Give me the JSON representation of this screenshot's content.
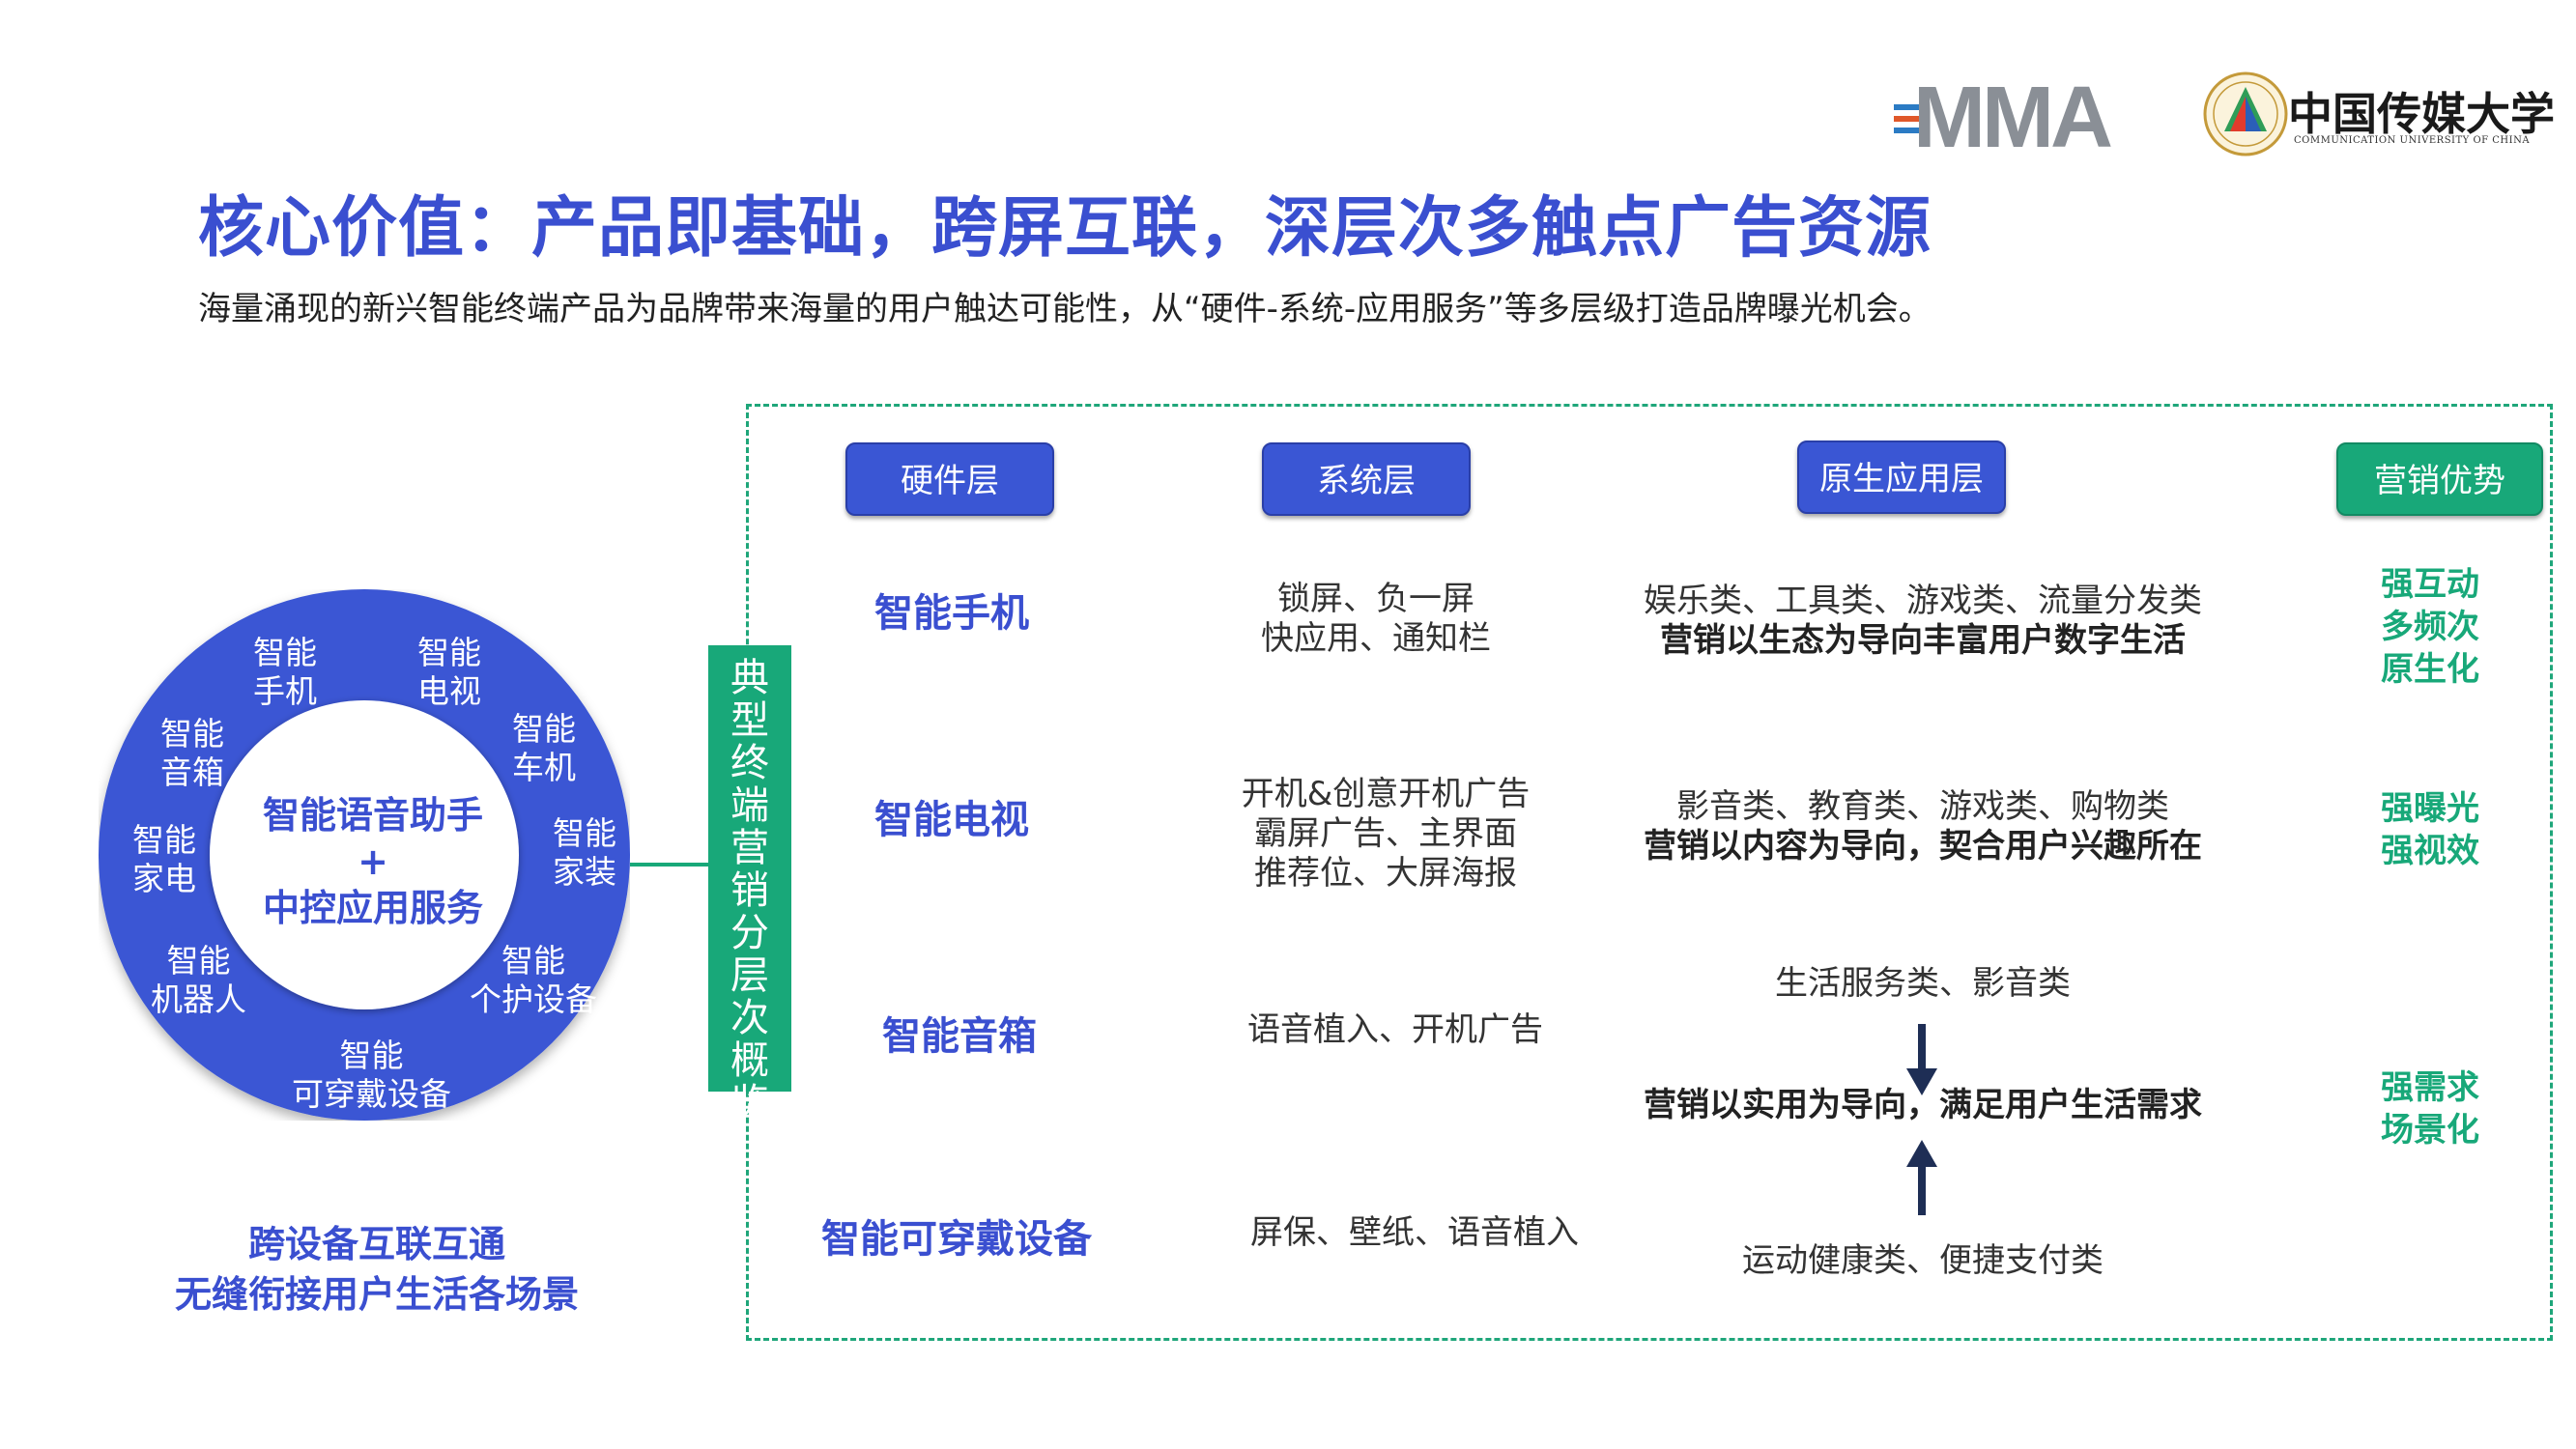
{
  "header": {
    "title": "核心价值：产品即基础，跨屏互联，深层次多触点广告资源",
    "subtitle": "海量涌现的新兴智能终端产品为品牌带来海量的用户触达可能性，从“硬件-系统-应用服务”等多层级打造品牌曝光机会。"
  },
  "logos": {
    "mma": "MMA",
    "cuc_name": "中国传媒大学",
    "cuc_en": "COMMUNICATION UNIVERSITY OF CHINA"
  },
  "ring": {
    "center_line1": "智能语音助手",
    "center_line2": "+",
    "center_line3": "中控应用服务",
    "devices": [
      {
        "l1": "智能",
        "l2": "手机"
      },
      {
        "l1": "智能",
        "l2": "电视"
      },
      {
        "l1": "智能",
        "l2": "车机"
      },
      {
        "l1": "智能",
        "l2": "家装"
      },
      {
        "l1": "智能",
        "l2": "个护设备"
      },
      {
        "l1": "智能",
        "l2": "可穿戴设备"
      },
      {
        "l1": "智能",
        "l2": "机器人"
      },
      {
        "l1": "智能",
        "l2": "家电"
      },
      {
        "l1": "智能",
        "l2": "音箱"
      }
    ]
  },
  "bottom_caption": {
    "line1": "跨设备互联互通",
    "line2": "无缝衔接用户生活各场景"
  },
  "side_label": [
    "典",
    "型",
    "终",
    "端",
    "营",
    "销",
    "分",
    "层",
    "次",
    "概",
    "览"
  ],
  "columns": {
    "hardware": "硬件层",
    "system": "系统层",
    "app": "原生应用层",
    "advantage": "营销优势"
  },
  "rows": [
    {
      "device": "智能手机",
      "system": [
        "锁屏、负一屏",
        "快应用、通知栏"
      ],
      "app": "娱乐类、工具类、游戏类、流量分发类",
      "app_bold": "营销以生态为导向丰富用户数字生活",
      "advantage": [
        "强互动",
        "多频次",
        "原生化"
      ]
    },
    {
      "device": "智能电视",
      "system": [
        "开机&创意开机广告",
        "霸屏广告、主界面",
        "推荐位、大屏海报"
      ],
      "app": "影音类、教育类、游戏类、购物类",
      "app_bold": "营销以内容为导向，契合用户兴趣所在",
      "advantage": [
        "强曝光",
        "强视效"
      ]
    },
    {
      "device": "智能音箱",
      "system": [
        "语音植入、开机广告"
      ],
      "app": "生活服务类、影音类",
      "app_bold": "营销以实用为导向，满足用户生活需求",
      "advantage": [
        "强需求",
        "场景化"
      ]
    },
    {
      "device": "智能可穿戴设备",
      "system": [
        "屏保、壁纸、语音植入"
      ],
      "app": "运动健康类、便捷支付类"
    }
  ],
  "colors": {
    "blue": "#3a4fd0",
    "green": "#18a879",
    "arrow": "#1e2e55"
  }
}
